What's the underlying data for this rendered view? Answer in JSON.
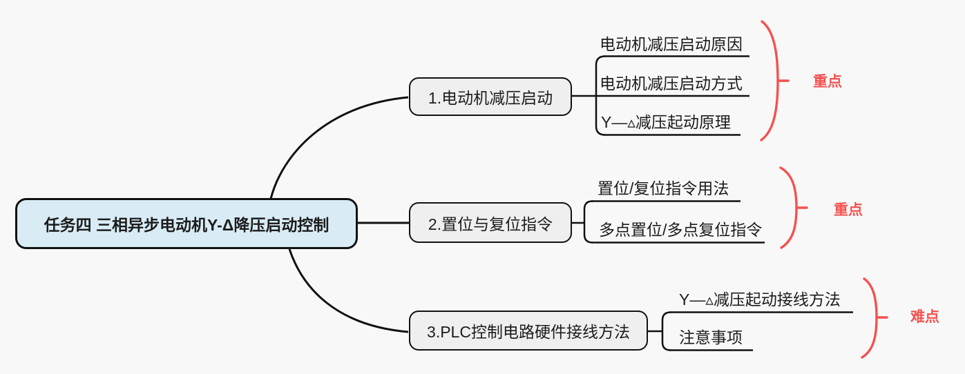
{
  "colors": {
    "accent_red": "#f4514f",
    "root_fill": "#d9ecf5",
    "branch_fill": "#efefef",
    "line": "#111111",
    "background": "#f8f8f8"
  },
  "root": {
    "label": "任务四 三相异步电动机Y-Δ降压启动控制"
  },
  "branches": [
    {
      "label": "1.电动机减压启动",
      "children": [
        "电动机减压启动原因",
        "电动机减压启动方式",
        "Y—▵减压起动原理"
      ],
      "tag": "重点"
    },
    {
      "label": "2.置位与复位指令",
      "children": [
        "置位/复位指令用法",
        "多点置位/多点复位指令"
      ],
      "tag": "重点"
    },
    {
      "label": "3.PLC控制电路硬件接线方法",
      "children": [
        "Y—▵减压起动接线方法",
        "注意事项"
      ],
      "tag": "难点"
    }
  ]
}
